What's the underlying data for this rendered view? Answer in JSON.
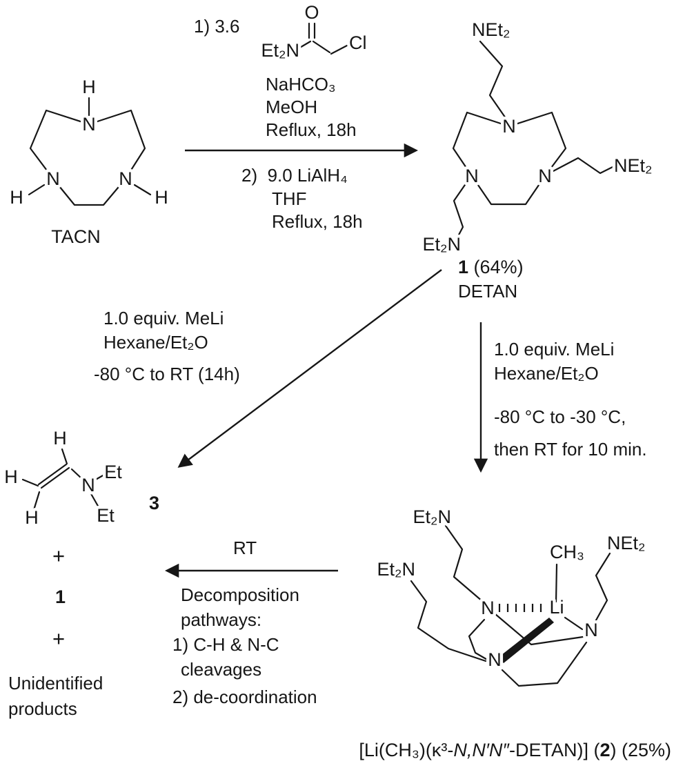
{
  "top": {
    "step1_prefix": "1) 3.6",
    "nahco3": "NaHCO₃",
    "meoh": "MeOH",
    "reflux1": "Reflux, 18h",
    "step2": "2)  9.0 LiAlH₄",
    "thf": "THF",
    "reflux2": "Reflux, 18h"
  },
  "reagent": {
    "o": "O",
    "cl": "Cl",
    "et2n": "Et₂N"
  },
  "tacn": {
    "n": "N",
    "h": "H",
    "label": "TACN"
  },
  "compound1": {
    "net2_top": "NEt₂",
    "net2_right": "NEt₂",
    "et2n_bottom": "Et₂N",
    "n": "N",
    "number": "1",
    "yield": " (64%)",
    "name": "DETAN"
  },
  "left_route": {
    "cond1": "1.0 equiv. MeLi",
    "cond2": "Hexane/Et₂O",
    "cond3": "-80 °C to RT (14h)"
  },
  "right_route": {
    "cond1": "1.0 equiv. MeLi",
    "cond2": "Hexane/Et₂O",
    "cond3": "-80 °C to -30 °C,",
    "cond4": "then RT for 10 min."
  },
  "compound3": {
    "h": "H",
    "n": "N",
    "et": "Et",
    "number": "3"
  },
  "products": {
    "plus": "+",
    "one": "1",
    "line1": "Unidentified",
    "line2": "products"
  },
  "decomp": {
    "rt": "RT",
    "line1": "Decomposition",
    "line2": "pathways:",
    "line3": "1) C-H & N-C",
    "line4": "cleavages",
    "line5": "2) de-coordination"
  },
  "compound2": {
    "et2n_topleft": "Et₂N",
    "net2_topright": "NEt₂",
    "et2n_left": "Et₂N",
    "ch3": "CH₃",
    "li": "Li",
    "n": "N",
    "caption_pre": "[Li(CH₃)(κ³-",
    "caption_italic": "N,N′N″",
    "caption_mid": "-DETAN)] (",
    "caption_num": "2",
    "caption_end": ") (25%)"
  }
}
